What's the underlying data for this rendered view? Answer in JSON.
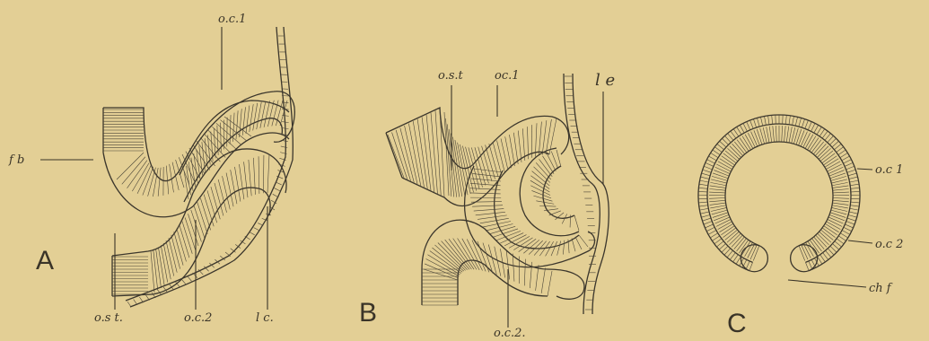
{
  "figure": {
    "panels": [
      {
        "id": "A",
        "letter": "A",
        "labels": {
          "oc1": "o.c.1",
          "fb": "f b",
          "ost": "o.s t.",
          "oc2": "o.c.2",
          "lc": "l c."
        }
      },
      {
        "id": "B",
        "letter": "B",
        "labels": {
          "ost": "o.s.t",
          "oc1": "oc.1",
          "le": "l e",
          "oc2": "o.c.2."
        }
      },
      {
        "id": "C",
        "letter": "C",
        "labels": {
          "oc1": "o.c 1",
          "oc2": "o.c 2",
          "chf": "ch f"
        }
      }
    ]
  },
  "colors": {
    "paper": "#e3cf95",
    "ink": "#3b362c"
  }
}
